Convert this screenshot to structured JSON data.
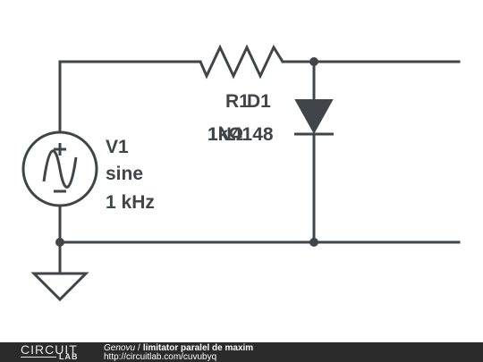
{
  "components": {
    "r1": {
      "name": "R1",
      "value": "1kΩ"
    },
    "d1": {
      "name": "D1",
      "part": "1N4148"
    },
    "v1": {
      "name": "V1",
      "type": "sine",
      "freq": "1 kHz"
    }
  },
  "footer": {
    "logo_top": "CIRCUIT",
    "logo_bottom": "LAB",
    "author": "Genovu",
    "separator": "/",
    "title": "limitator paralel de maxim",
    "url": "http://circuitlab.com/cuvubyq"
  },
  "colors": {
    "ink": "#3f4548",
    "footer_bg": "#2b2b2b"
  }
}
